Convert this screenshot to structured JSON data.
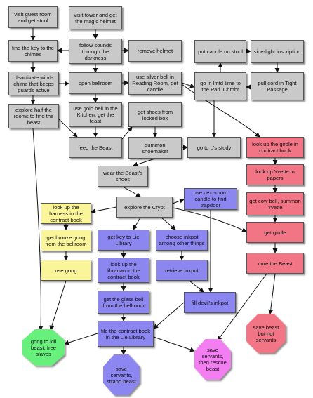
{
  "nodes": {
    "n1": "visit guest room and get stool",
    "n2": "visit tower and get the magic helmet",
    "n3": "find the key to the chimes",
    "n4": "follow sounds through the darkness",
    "n5": "remove helmet",
    "n6": "put candle on stool",
    "n7": "side-light inscription",
    "n8": "deactivate wind-chime that keeps guards active",
    "n9": "open bellroom",
    "n10": "use silver bell in Reading Room, get candle",
    "n11": "go in lmtd time to the Parl. Chmbr",
    "n12": "pull cord in Tight Passage",
    "n13": "explore half the rooms to find the beast",
    "n14": "use gold bell in the Kitchen, get the feast",
    "n15": "get shoes from locked box",
    "n16": "feed the Beast",
    "n17": "summon shoemaker",
    "n18": "go to L's study",
    "n19": "look up the girdle in contract book",
    "n20": "wear the Beast's shoes",
    "n21": "look up Yvette in papers",
    "n22": "use next-room candle to find trapdoor",
    "n23": "get cow bell, summon Yvette",
    "n24": "look up the harness in the contract book",
    "n25": "explore the Crypt",
    "n26": "get girdle",
    "n27": "get bronze gong from the bellroom",
    "n28": "get key to Lie Library",
    "n29": "choose inkpot among other things",
    "n30": "use gong",
    "n31": "look up the librarian in the contract book",
    "n32": "retrieve inkpot",
    "n33": "cure the Beast",
    "n34": "get the glass bell from the bellroom",
    "n35": "fill devil's inkpot",
    "n36": "file the contract book in the Lie Library",
    "o1": "gong to kill beast, free slaves",
    "o2": "save servants, strand beast",
    "o3": "save servants, then rescue beast",
    "o4": "save beast  but not servants"
  },
  "colors": {
    "gray": "#c9c9c9",
    "red": "#f17585",
    "yellow": "#fbf59a",
    "blue": "#8c86f0",
    "green": "#68f07c",
    "magenta": "#f27ef2"
  }
}
